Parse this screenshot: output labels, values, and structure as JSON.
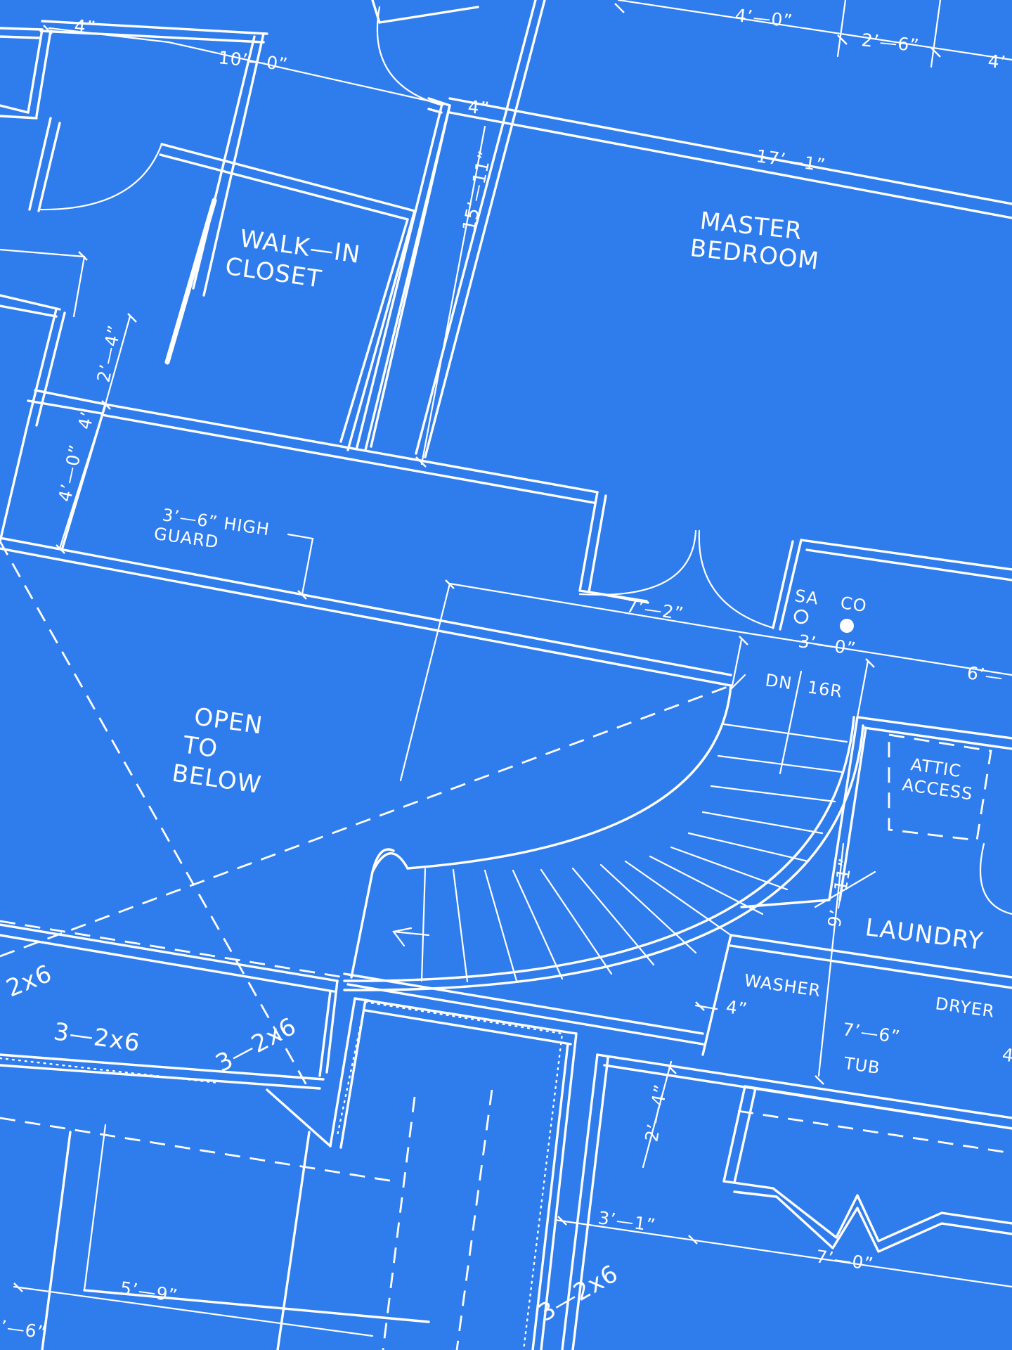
{
  "rooms": {
    "master_bedroom": [
      "MASTER",
      "BEDROOM"
    ],
    "walk_in_closet": [
      "WALK—IN",
      "CLOSET"
    ],
    "open_to_below": [
      "OPEN",
      "TO",
      "BELOW"
    ],
    "laundry": "LAUNDRY",
    "attic_access": [
      "ATTIC",
      "ACCESS"
    ],
    "washer": "WASHER",
    "dryer": "DRYER",
    "tub": "TUB"
  },
  "notes": {
    "guard": [
      "3’—6” HIGH",
      "GUARD"
    ],
    "stair_dn": "DN",
    "stair_risers": "16R",
    "sa": "SA",
    "co": "CO"
  },
  "dimensions": {
    "d_4_0_top": "4’—0”",
    "d_2_6_top": "2’—6”",
    "d_4_top_right": "4’",
    "d_4in_top_left": "4”",
    "d_10_0": "10’—0”",
    "d_4in_closet": "4”",
    "d_17_1": "17’—1”",
    "d_15_11": "15’—11”",
    "d_2_4_left": "2’—4”",
    "d_4in_left": "4”",
    "d_4_0_left": "4’—0”",
    "d_7_2": "7’—2”",
    "d_3_0": "3’—0”",
    "d_6_right": "6’—",
    "d_9_11": "9’—11”",
    "d_4in_washer": "4”",
    "d_7_6": "7’—6”",
    "d_4_dryer": "4",
    "d_2_4_lower": "2’—4”",
    "d_3_1": "3’—1”",
    "d_7_0": "7’—0”",
    "d_5_9": "5’—9”",
    "d_6_bottom_left": "’—6”"
  },
  "headers": {
    "h_2x6_left": "2x6",
    "h_3_2x6_left": "3—2x6",
    "h_3_2x6_center": "3—2x6",
    "h_3_2x6_bottom": "3—2x6"
  }
}
